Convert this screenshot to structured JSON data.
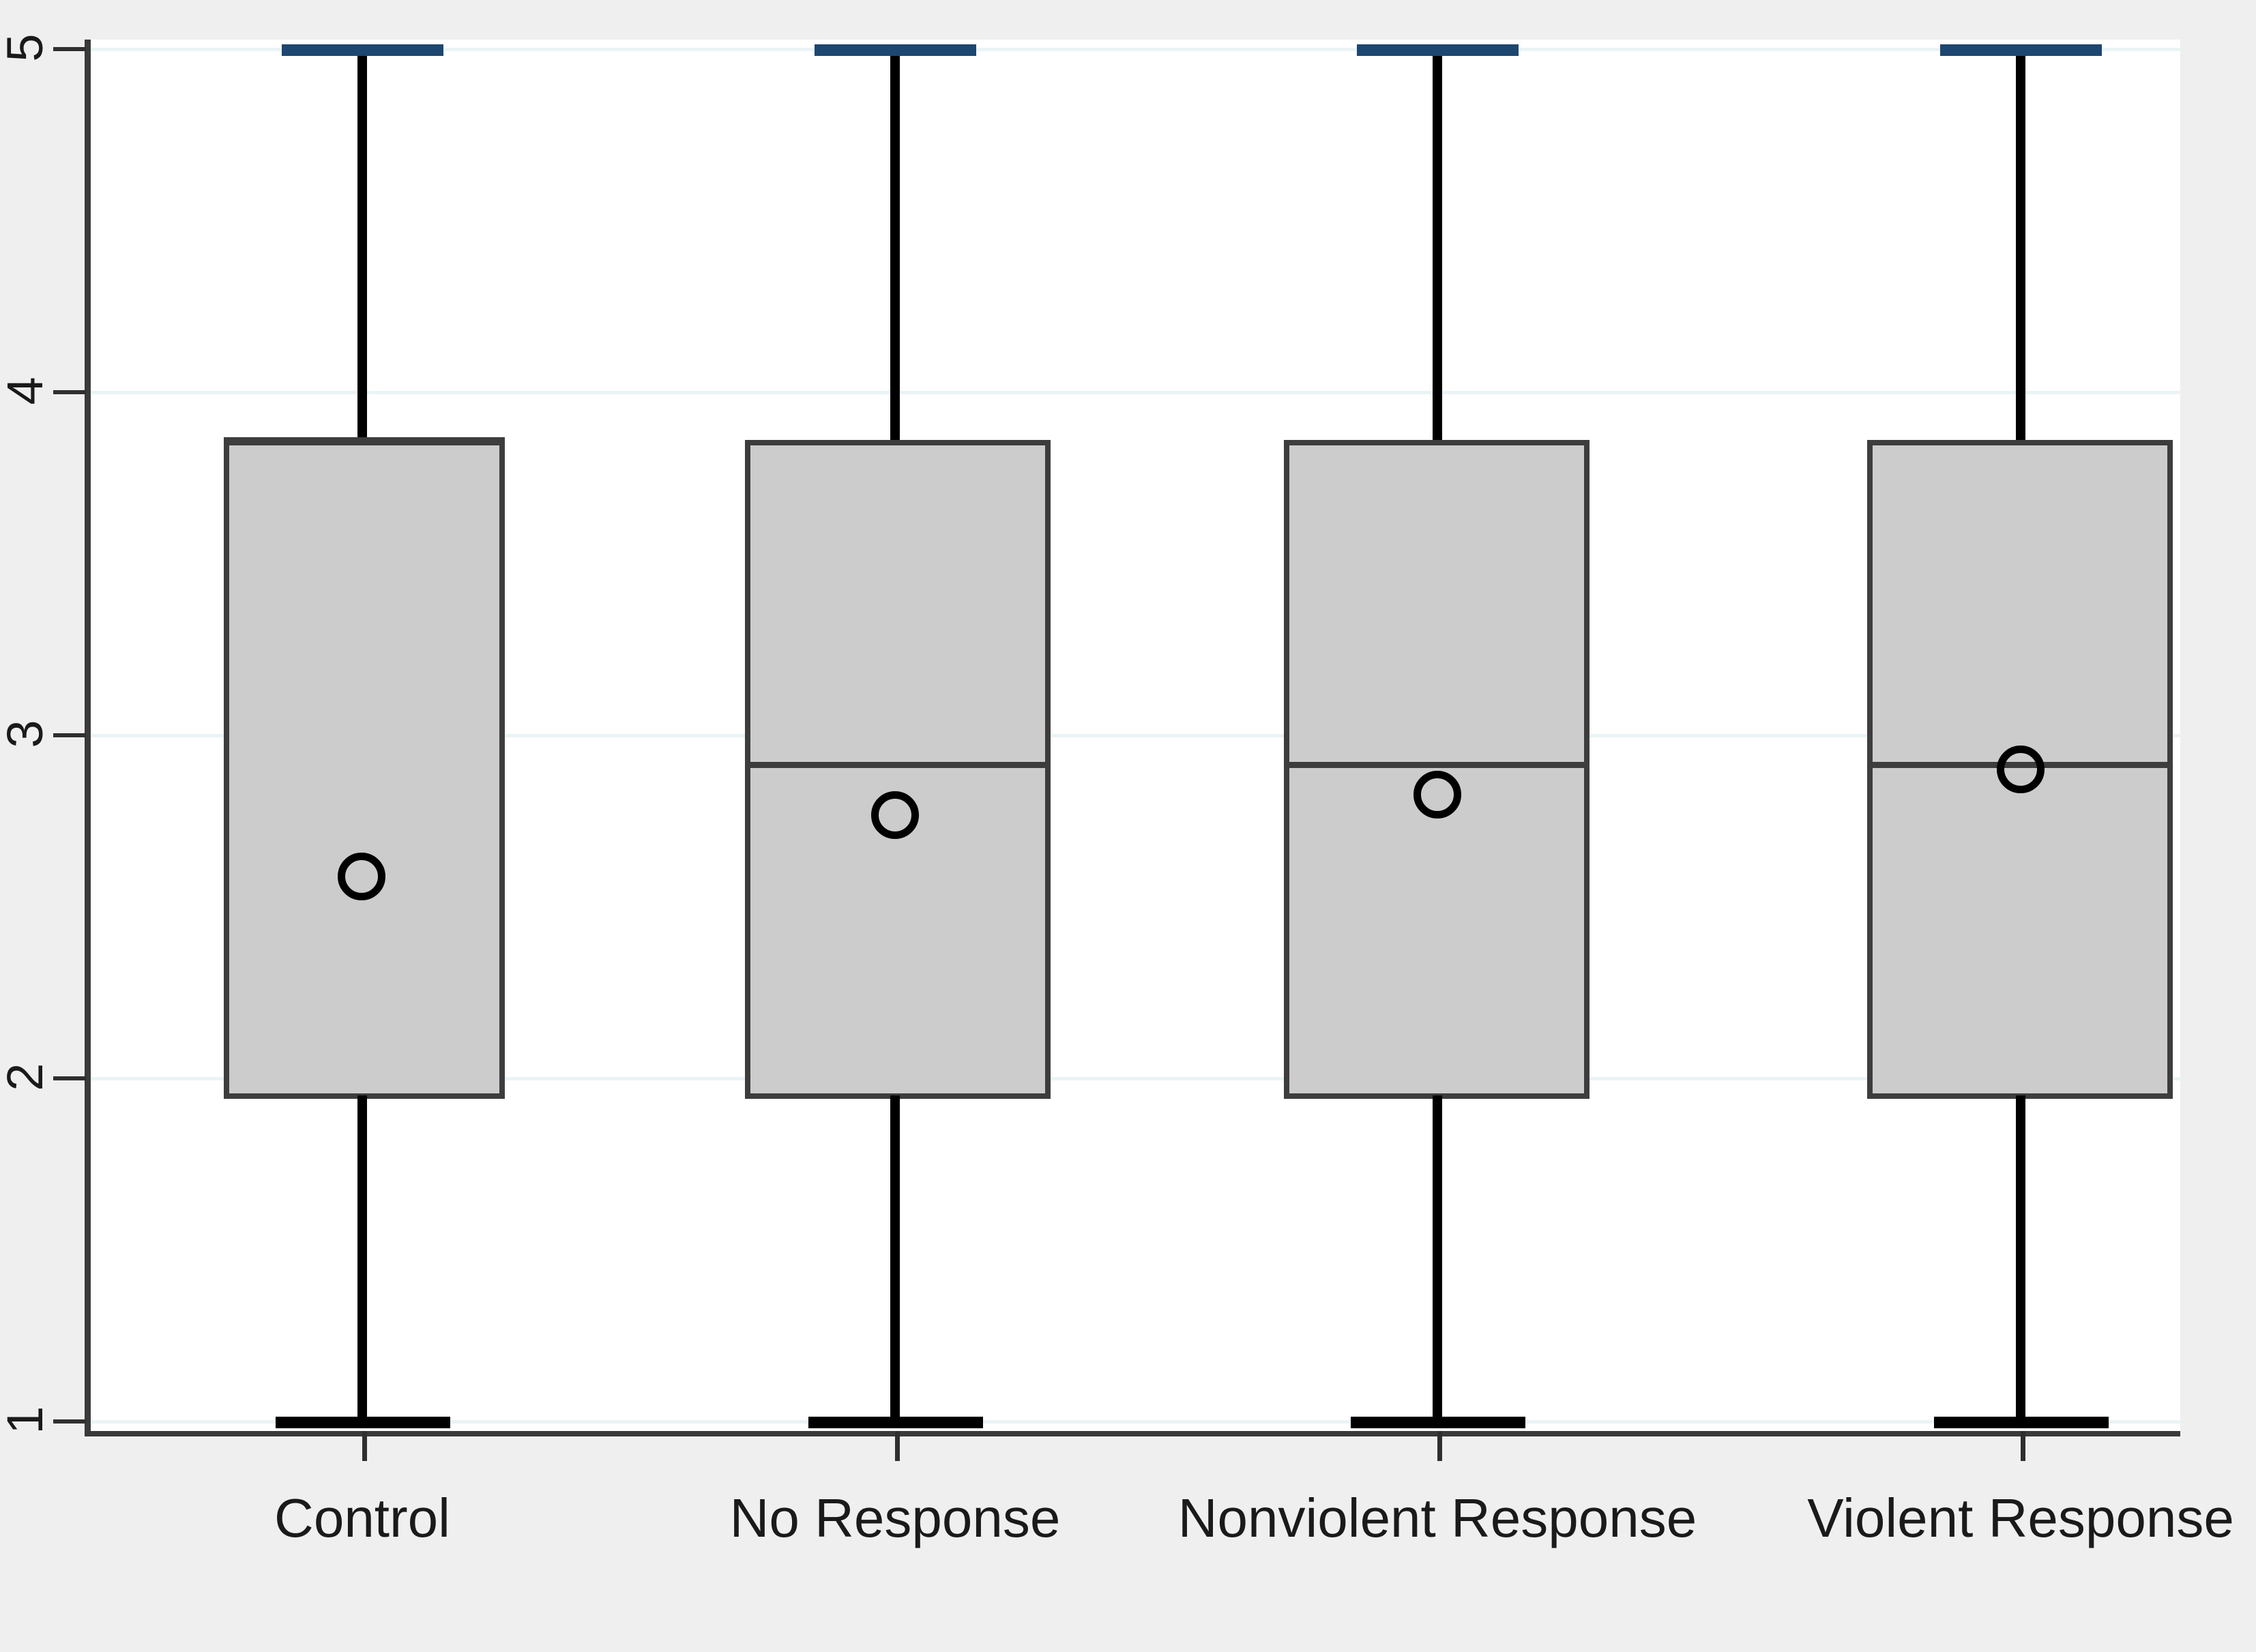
{
  "chart_data": {
    "type": "box",
    "title": "",
    "xlabel": "",
    "ylabel": "",
    "categories": [
      "Control",
      "No Response",
      "Nonviolent Response",
      "Violent Response"
    ],
    "ylim": [
      1,
      5
    ],
    "yticks": [
      1,
      2,
      3,
      4,
      5
    ],
    "ytick_labels": [
      "1",
      "2",
      "3",
      "4",
      "5"
    ],
    "grid": true,
    "legend": "none",
    "boxes": [
      {
        "category": "Control",
        "whisker_low": 1,
        "q1": 2,
        "median": 4,
        "q3": 4,
        "whisker_high": 5,
        "mean": 2.66
      },
      {
        "category": "No Response",
        "whisker_low": 1,
        "q1": 2,
        "median": 3,
        "q3": 4,
        "whisker_high": 5,
        "mean": 2.83
      },
      {
        "category": "Nonviolent Response",
        "whisker_low": 1,
        "q1": 2,
        "median": 3,
        "q3": 4,
        "whisker_high": 5,
        "mean": 2.91
      },
      {
        "category": "Violent Response",
        "whisker_low": 1,
        "q1": 2,
        "median": 3,
        "q3": 4,
        "whisker_high": 5,
        "mean": 3.0
      }
    ],
    "colors": {
      "figure_background": "#efefef",
      "plot_background": "#ffffff",
      "box_fill": "#cccccc",
      "box_border": "#3d3d3d",
      "median": "#3d3d3d",
      "whisker": "#000000",
      "upper_cap": "#1d4670",
      "lower_cap": "#000000",
      "gridline": "#eaf4f7",
      "axis": "#3a3a3a",
      "tick_text": "#1a1a1a"
    }
  },
  "axes": {
    "y_tick_labels": [
      "5",
      "4",
      "3",
      "2",
      "1"
    ],
    "x_tick_labels": [
      "Control",
      "No Response",
      "Nonviolent Response",
      "Violent Response"
    ]
  }
}
